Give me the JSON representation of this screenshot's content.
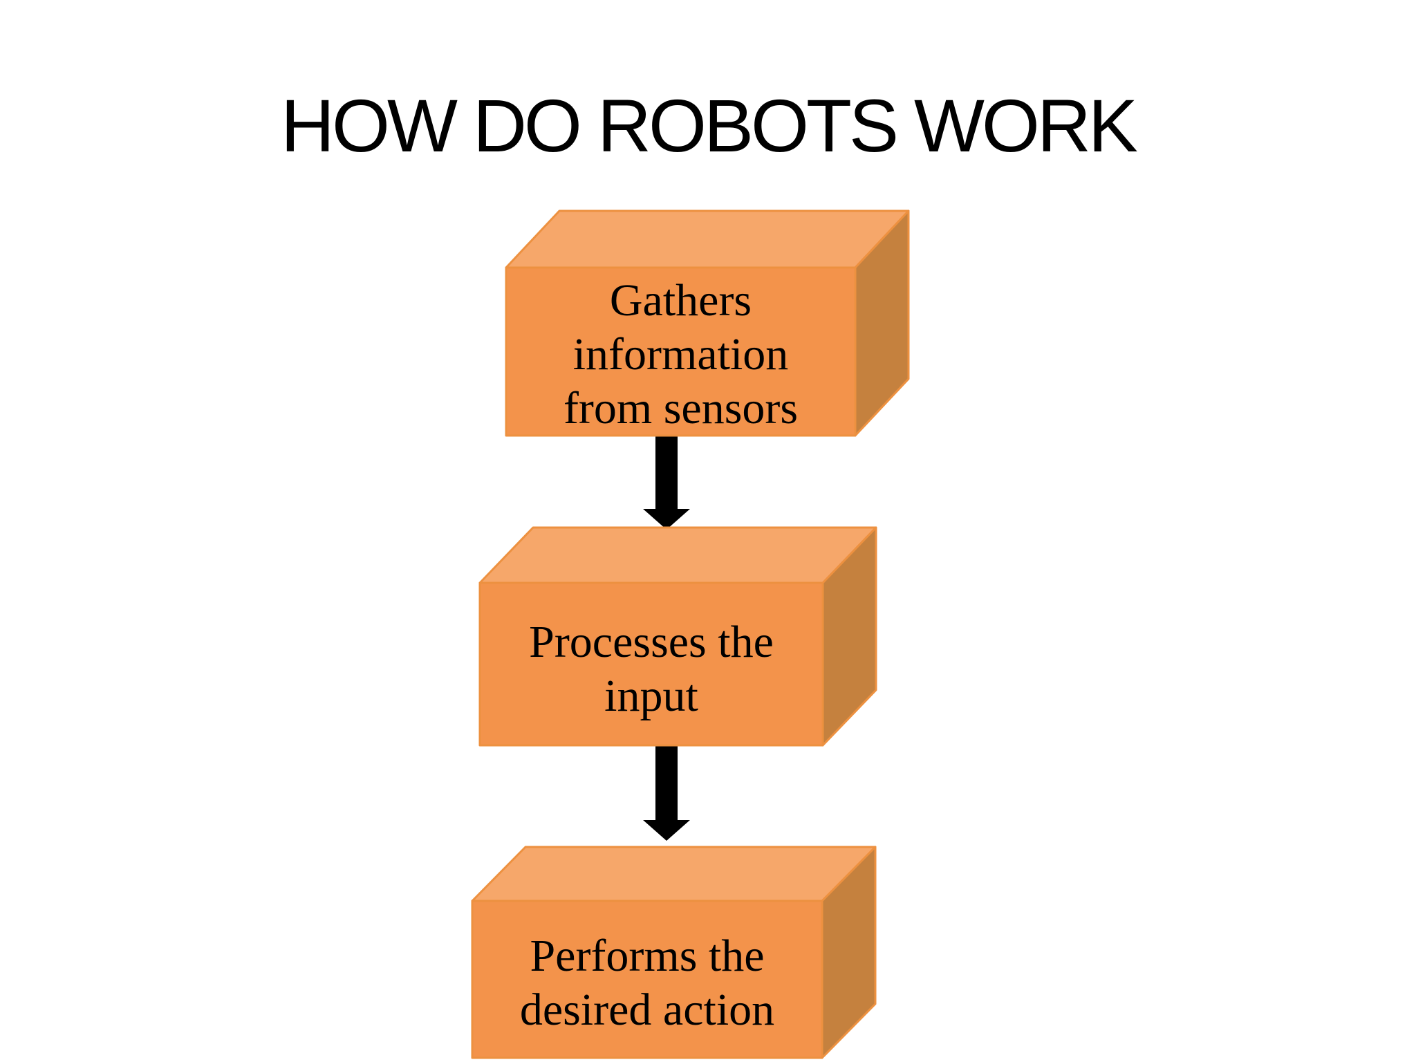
{
  "title": "HOW DO ROBOTS WORK",
  "colors": {
    "background": "#FFFFFF",
    "box_front": "#F3934B",
    "box_top": "#F6A76A",
    "box_side": "#C5813E",
    "box_outline": "#ED9140",
    "arrow": "#000000",
    "text": "#000000"
  },
  "diagram": {
    "type": "flowchart",
    "direction": "top-down",
    "connector": "down-arrow",
    "steps": [
      {
        "label": "Gathers information from sensors",
        "lines": [
          "Gathers",
          "information",
          "from sensors"
        ]
      },
      {
        "label": "Processes the input",
        "lines": [
          "Processes the",
          "input"
        ]
      },
      {
        "label": "Performs the desired action",
        "lines": [
          "Performs the",
          "desired action"
        ]
      }
    ]
  }
}
